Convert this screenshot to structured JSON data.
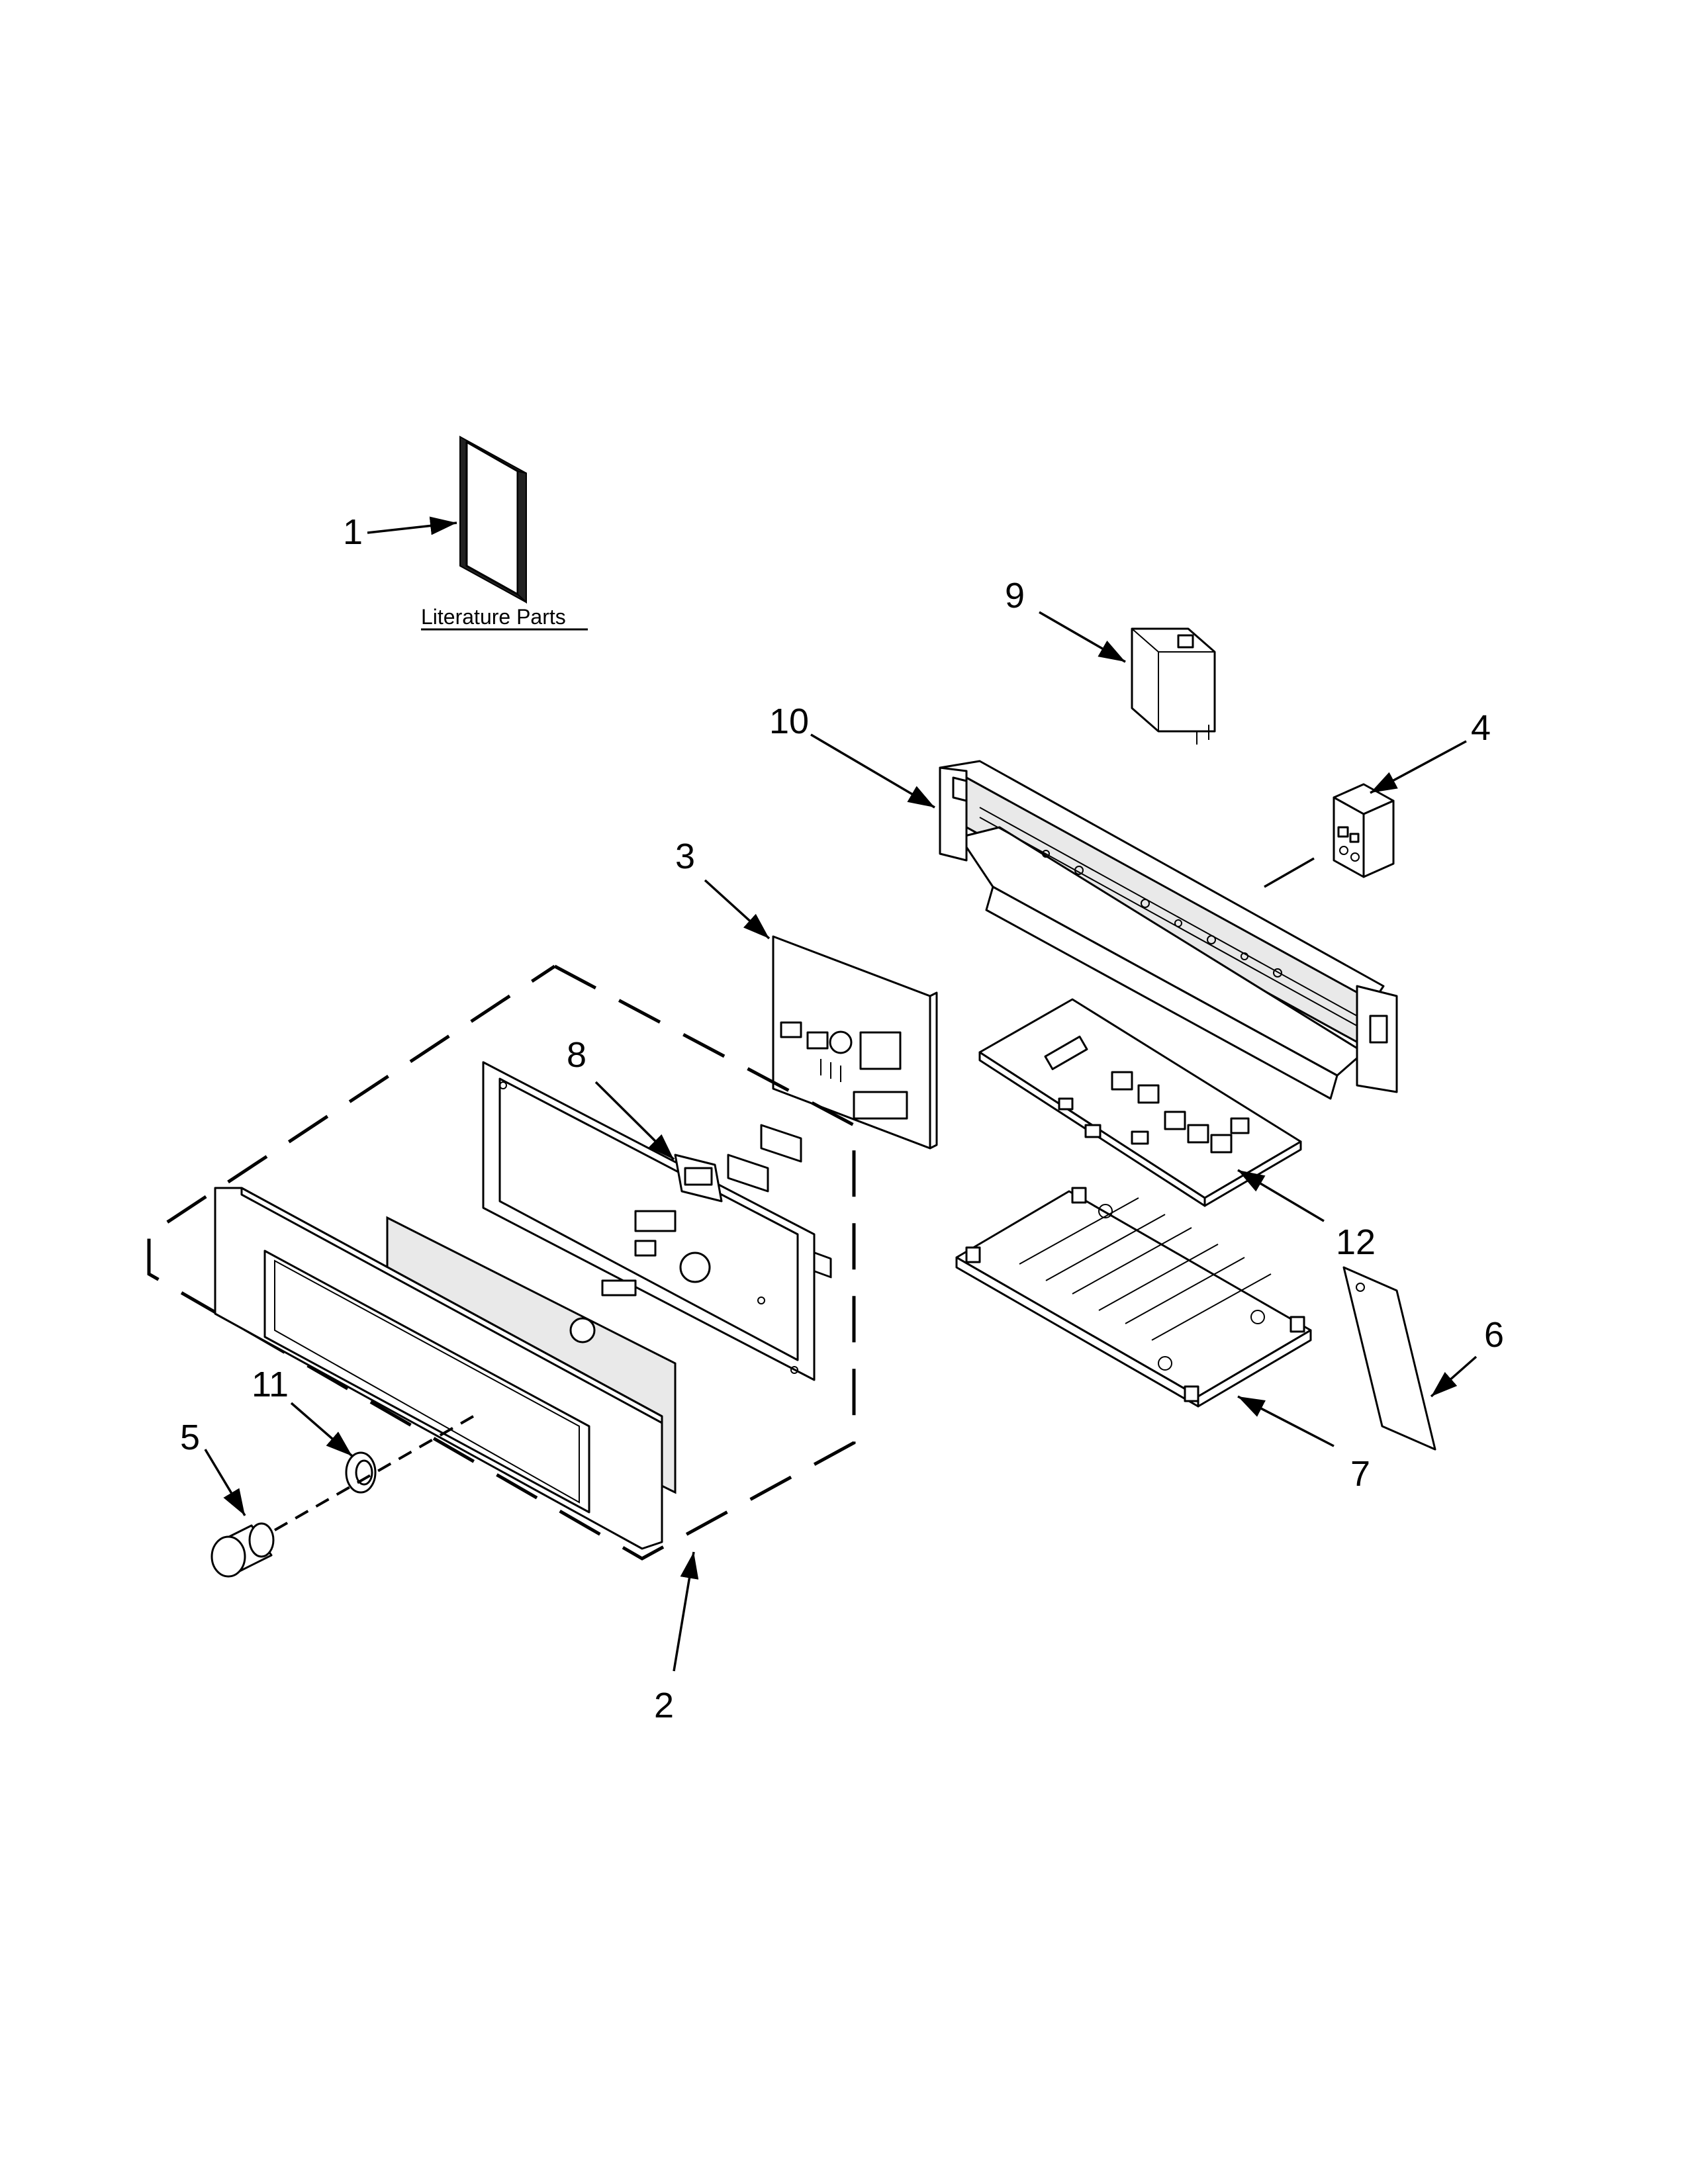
{
  "literature": {
    "label": "Literature Parts"
  },
  "callouts": [
    {
      "id": "c1",
      "text": "1"
    },
    {
      "id": "c2",
      "text": "2"
    },
    {
      "id": "c3",
      "text": "3"
    },
    {
      "id": "c4",
      "text": "4"
    },
    {
      "id": "c5",
      "text": "5"
    },
    {
      "id": "c6",
      "text": "6"
    },
    {
      "id": "c7",
      "text": "7"
    },
    {
      "id": "c8",
      "text": "8"
    },
    {
      "id": "c9",
      "text": "9"
    },
    {
      "id": "c10",
      "text": "10"
    },
    {
      "id": "c11",
      "text": "11"
    },
    {
      "id": "c12",
      "text": "12"
    }
  ]
}
